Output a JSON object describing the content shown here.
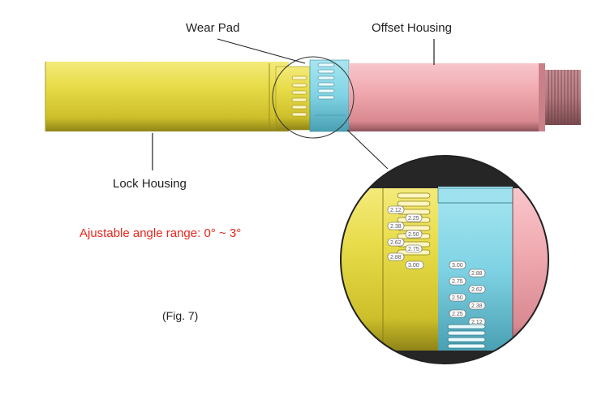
{
  "labels": {
    "wear_pad": "Wear Pad",
    "offset_housing": "Offset Housing",
    "lock_housing": "Lock Housing",
    "angle_range": "Ajustable angle range:   0° ~ 3°",
    "figure": "(Fig. 7)"
  },
  "scale_marks": {
    "left_column": [
      "2.12",
      "2.25",
      "2.38",
      "2.50",
      "2.62",
      "2.75",
      "2.88",
      "3.00"
    ],
    "right_column": [
      "3.00",
      "2.88",
      "2.75",
      "2.62",
      "2.50",
      "2.38",
      "2.25",
      "2.12"
    ]
  },
  "colors": {
    "lock_housing": "#e2d23a",
    "wear_pad": "#7fd3e4",
    "offset_housing": "#efa9ae",
    "angle_text": "#e8261c"
  }
}
